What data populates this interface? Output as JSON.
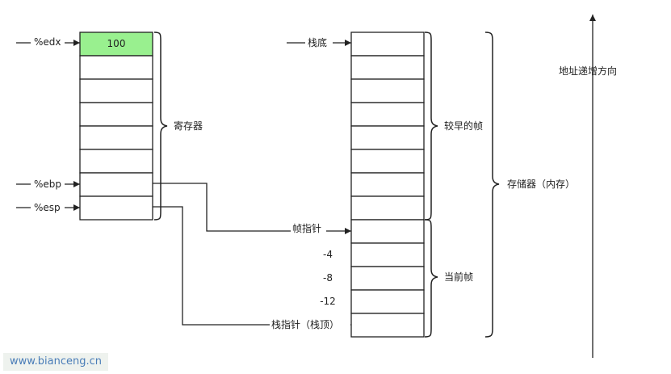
{
  "registers": {
    "edx": "%edx",
    "ebp": "%ebp",
    "esp": "%esp",
    "edx_value": "100",
    "group_label": "寄存器"
  },
  "stack": {
    "bottom_label": "栈底",
    "frame_pointer_label": "帧指针",
    "stack_pointer_label": "栈指针（栈顶）",
    "offsets": [
      "-4",
      "-8",
      "-12"
    ],
    "earlier_frames_label": "较早的帧",
    "current_frame_label": "当前帧",
    "memory_label": "存储器（内存）"
  },
  "direction_label": "地址递增方向",
  "watermark": "www.bianceng.cn",
  "colors": {
    "highlight_cell": "#99f08f",
    "watermark_text": "#4a7db8"
  }
}
